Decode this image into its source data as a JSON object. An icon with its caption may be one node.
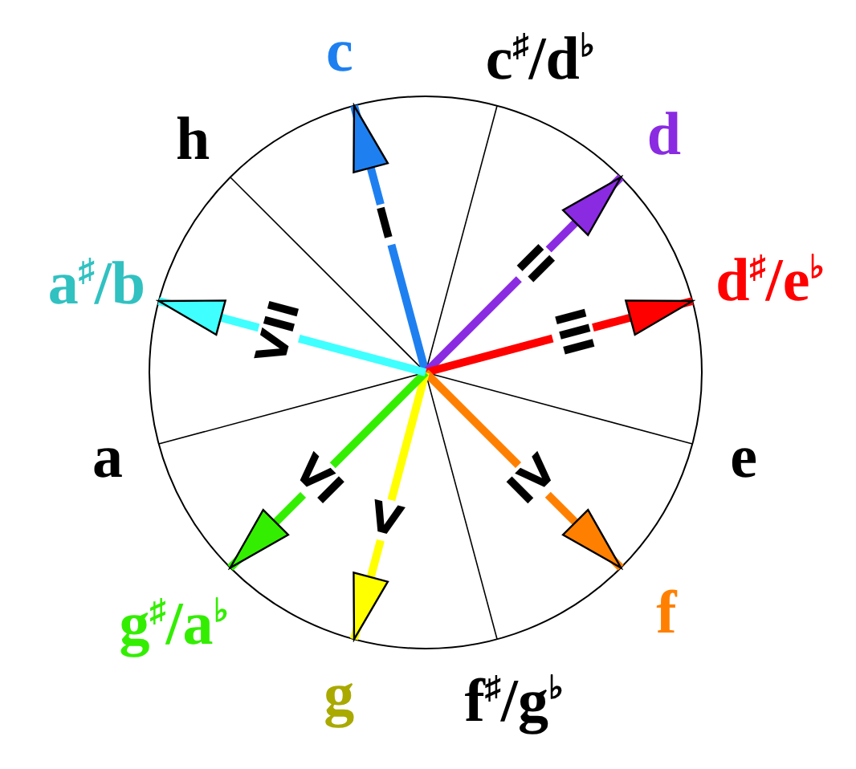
{
  "diagram": {
    "nodes": [
      {
        "text": [
          "c"
        ]
      },
      {
        "text": [
          "c$^{♯}$/d$^{♭}$"
        ]
      },
      {
        "text": [
          "d"
        ]
      },
      {
        "text": [
          "d$^{♯}$/e$^{♭}$"
        ]
      },
      {
        "text": [
          "e"
        ]
      },
      {
        "text": [
          "f"
        ]
      },
      {
        "text": [
          "f$^{♯}$/g$^{♭}$"
        ]
      },
      {
        "text": [
          "g"
        ]
      },
      {
        "text": [
          "g$^{♯}$/a$^{♭}$"
        ]
      },
      {
        "text": [
          "a"
        ]
      },
      {
        "text": [
          "a$^{♯}$/b"
        ]
      },
      {
        "text": [
          "h"
        ]
      }
    ],
    "edges": [
      {
        "from": null,
        "to": 0,
        "arrow": "to",
        "label": "I",
        "color": "#1e80f0"
      },
      {
        "from": null,
        "to": 2,
        "arrow": "to",
        "label": "II",
        "color": "#8a2be2"
      },
      {
        "from": null,
        "to": 3,
        "arrow": "to",
        "label": "III",
        "color": "#ff0000"
      },
      {
        "from": null,
        "to": 5,
        "arrow": "to",
        "label": "IV",
        "color": "#ff8000"
      },
      {
        "from": null,
        "to": 7,
        "arrow": "to",
        "label": "V",
        "color": "#ffff00"
      },
      {
        "from": null,
        "to": 8,
        "arrow": "to",
        "label": "VI",
        "color": "#33ee00"
      },
      {
        "from": null,
        "to": 10,
        "arrow": "to",
        "label": "VII",
        "color": "#40ffff"
      }
    ]
  }
}
